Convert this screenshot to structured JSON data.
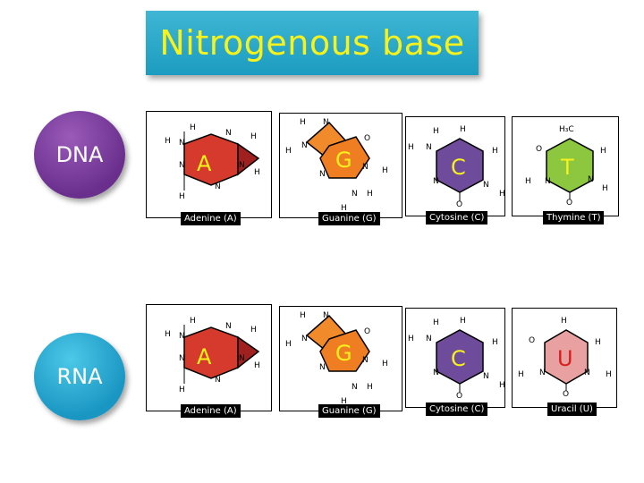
{
  "title": "Nitrogenous base",
  "rows": [
    {
      "label": "DNA",
      "bases": [
        {
          "name": "Adenine (A)",
          "letter": "A"
        },
        {
          "name": "Guanine (G)",
          "letter": "G"
        },
        {
          "name": "Cytosine (C)",
          "letter": "C"
        },
        {
          "name": "Thymine (T)",
          "letter": "T"
        }
      ]
    },
    {
      "label": "RNA",
      "bases": [
        {
          "name": "Adenine (A)",
          "letter": "A"
        },
        {
          "name": "Guanine (G)",
          "letter": "G"
        },
        {
          "name": "Cytosine (C)",
          "letter": "C"
        },
        {
          "name": "Uracil (U)",
          "letter": "U"
        }
      ]
    }
  ],
  "atoms": {
    "n": "N",
    "h": "H",
    "o": "O",
    "h3c": "H₃C"
  },
  "colors": {
    "adenine": "#d63a2c",
    "guanine": "#ef7d22",
    "cytosine": "#6f4c9b",
    "thymine": "#8dc63f",
    "uracil": "#e8a0a0",
    "title_text": "#f7f21b"
  }
}
